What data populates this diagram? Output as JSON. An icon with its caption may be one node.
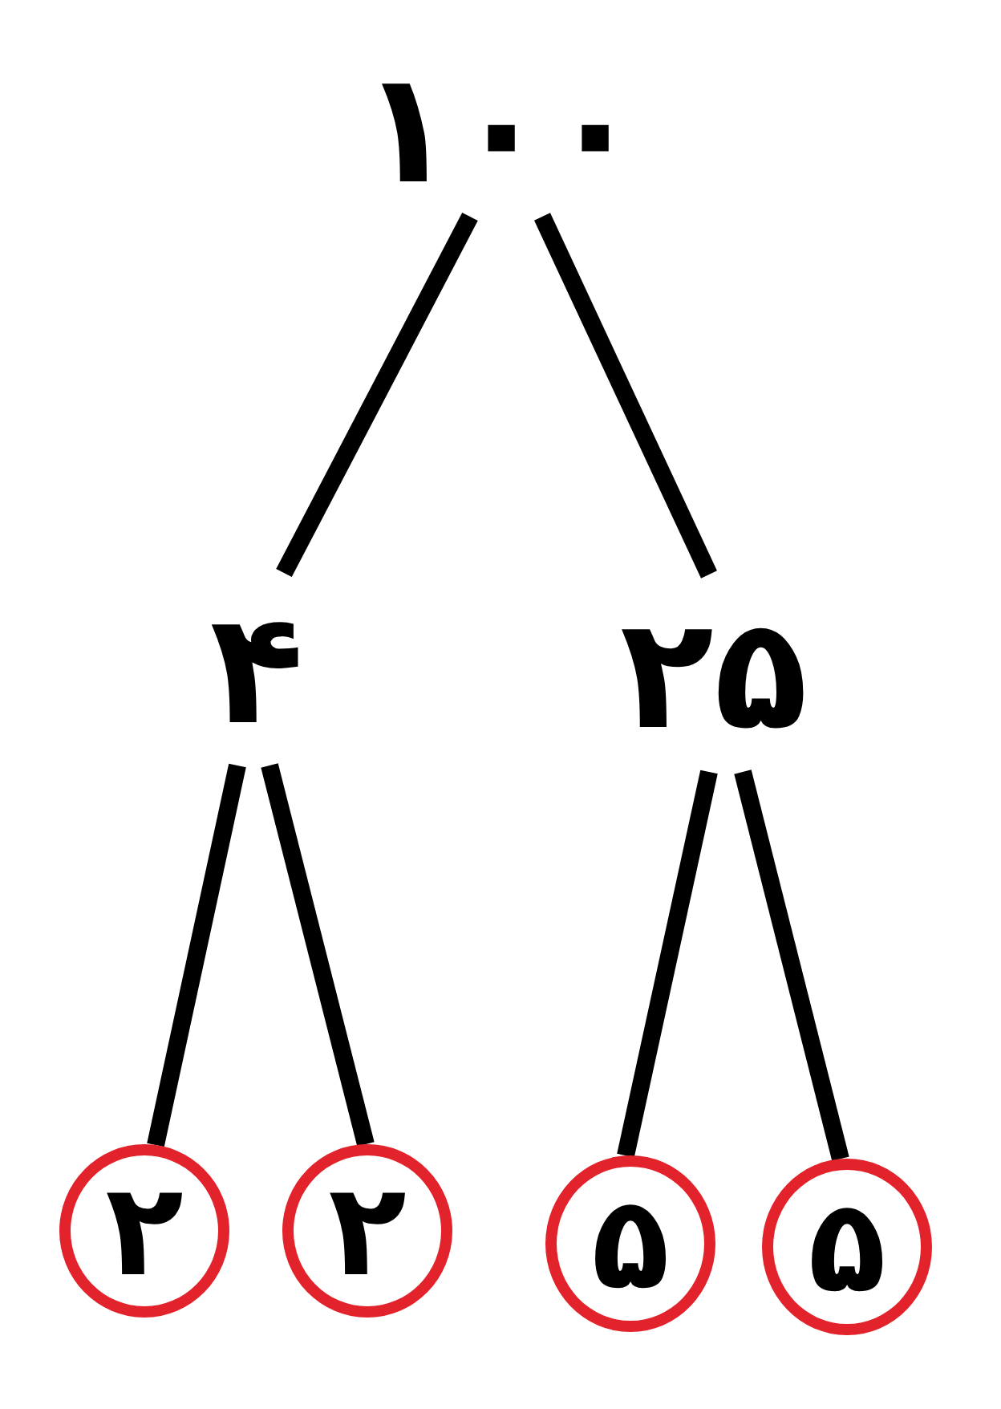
{
  "diagram": {
    "nodes": [
      {
        "text": [
          "۱۰۰"
        ]
      },
      {
        "text": [
          "۴"
        ]
      },
      {
        "text": [
          "۲۵"
        ]
      },
      {
        "text": [
          "۲"
        ]
      },
      {
        "text": [
          "۲"
        ]
      },
      {
        "text": [
          "۵"
        ]
      },
      {
        "text": [
          "۵"
        ]
      }
    ],
    "edges": [
      {
        "from": 0,
        "to": 1,
        "arrow": "none"
      },
      {
        "from": 0,
        "to": 2,
        "arrow": "none"
      },
      {
        "from": 1,
        "to": 3,
        "arrow": "none"
      },
      {
        "from": 1,
        "to": 4,
        "arrow": "none"
      },
      {
        "from": 2,
        "to": 5,
        "arrow": "none"
      },
      {
        "from": 2,
        "to": 6,
        "arrow": "none"
      }
    ]
  }
}
